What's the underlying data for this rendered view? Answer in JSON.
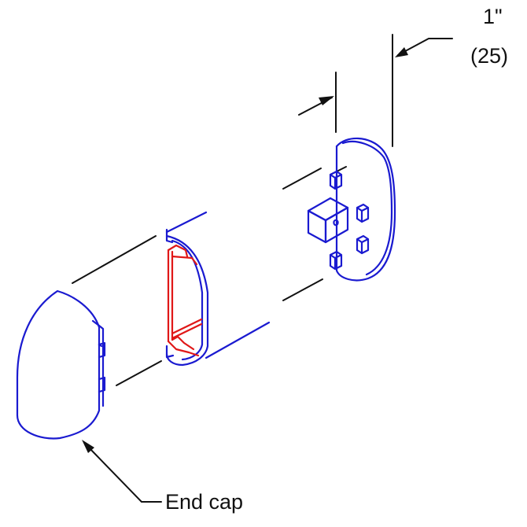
{
  "labels": {
    "dimension_inches": "1\"",
    "dimension_mm": "(25)",
    "end_cap": "End cap"
  },
  "colors": {
    "outline": "#1a1ad0",
    "red_profile": "#e01818",
    "ink": "#111111"
  }
}
